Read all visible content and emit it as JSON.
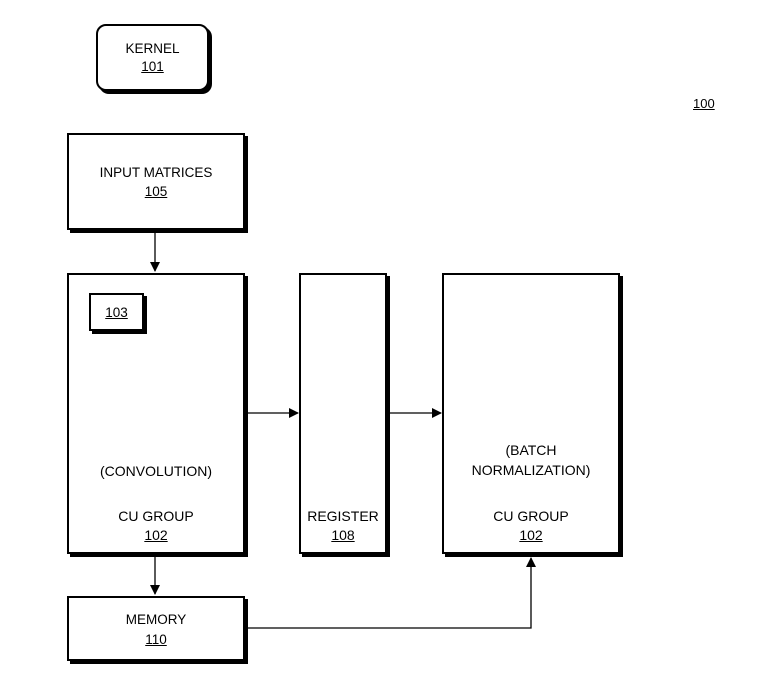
{
  "figure_ref": "100",
  "kernel": {
    "title": "KERNEL",
    "ref": "101"
  },
  "input_matrices": {
    "title": "INPUT MATRICES",
    "ref": "105"
  },
  "conv_group": {
    "inner_ref": "103",
    "role": "(CONVOLUTION)",
    "title": "CU GROUP",
    "ref": "102"
  },
  "register": {
    "title": "REGISTER",
    "ref": "108"
  },
  "bn_group": {
    "role_line1": "(BATCH",
    "role_line2": "NORMALIZATION)",
    "title": "CU GROUP",
    "ref": "102"
  },
  "memory": {
    "title": "MEMORY",
    "ref": "110"
  }
}
